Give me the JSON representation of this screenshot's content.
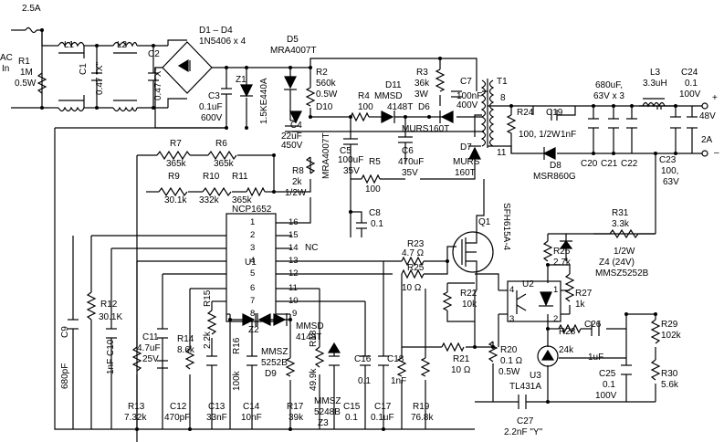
{
  "labels": [
    {
      "id": "fuse",
      "text": "2.5A"
    },
    {
      "id": "ac",
      "text": "AC"
    },
    {
      "id": "in",
      "text": "In"
    },
    {
      "id": "r1n",
      "text": "R1"
    },
    {
      "id": "r1v",
      "text": "1M"
    },
    {
      "id": "r1p",
      "text": "0.5W"
    },
    {
      "id": "l1",
      "text": "L1"
    },
    {
      "id": "c1n",
      "text": "C1"
    },
    {
      "id": "c1v",
      "text": "0.47 \"X\""
    },
    {
      "id": "l2",
      "text": "L2"
    },
    {
      "id": "c2n",
      "text": "C2"
    },
    {
      "id": "c2v",
      "text": "0.47 \"X\""
    },
    {
      "id": "d1d4",
      "text": "D1 – D4"
    },
    {
      "id": "bridge",
      "text": "1N5406 x 4"
    },
    {
      "id": "d5",
      "text": "D5"
    },
    {
      "id": "d5v",
      "text": "MRA4007T"
    },
    {
      "id": "z1",
      "text": "Z1"
    },
    {
      "id": "z1v",
      "text": "1.5KE440A"
    },
    {
      "id": "c3n",
      "text": "C3"
    },
    {
      "id": "c3v",
      "text": "0.1uF"
    },
    {
      "id": "c3p",
      "text": "600V"
    },
    {
      "id": "r2n",
      "text": "R2"
    },
    {
      "id": "r2v",
      "text": "560k"
    },
    {
      "id": "r2p",
      "text": "0.5W"
    },
    {
      "id": "r3n",
      "text": "R3"
    },
    {
      "id": "r3v",
      "text": "36k"
    },
    {
      "id": "r3p",
      "text": "3W"
    },
    {
      "id": "c7n",
      "text": "C7"
    },
    {
      "id": "c7v",
      "text": "100nF"
    },
    {
      "id": "c7p",
      "text": "400V"
    },
    {
      "id": "t1",
      "text": "T1"
    },
    {
      "id": "d11",
      "text": "D11"
    },
    {
      "id": "d11a",
      "text": "MMSD"
    },
    {
      "id": "d11b",
      "text": "4148T"
    },
    {
      "id": "r4n",
      "text": "R4"
    },
    {
      "id": "r4v",
      "text": "100"
    },
    {
      "id": "d6",
      "text": "D6"
    },
    {
      "id": "d6v",
      "text": "MURS160T"
    },
    {
      "id": "d10",
      "text": "D10"
    },
    {
      "id": "d10v",
      "text": "MRA4007T"
    },
    {
      "id": "c4n",
      "text": "C4"
    },
    {
      "id": "c4v",
      "text": "22uF"
    },
    {
      "id": "c4p",
      "text": "450V"
    },
    {
      "id": "c5n",
      "text": "C5"
    },
    {
      "id": "c5v",
      "text": "100uF"
    },
    {
      "id": "c5p",
      "text": "35V"
    },
    {
      "id": "c6n",
      "text": "C6"
    },
    {
      "id": "c6v",
      "text": "470uF"
    },
    {
      "id": "c6p",
      "text": "35V"
    },
    {
      "id": "d7",
      "text": "D7"
    },
    {
      "id": "d7a",
      "text": "MURS"
    },
    {
      "id": "d7b",
      "text": "160T"
    },
    {
      "id": "r5n",
      "text": "R5"
    },
    {
      "id": "r5v",
      "text": "100"
    },
    {
      "id": "r7n",
      "text": "R7"
    },
    {
      "id": "r7v",
      "text": "365k"
    },
    {
      "id": "r6n",
      "text": "R6"
    },
    {
      "id": "r6v",
      "text": "365k"
    },
    {
      "id": "r9n",
      "text": "R9"
    },
    {
      "id": "r9v",
      "text": "30.1k"
    },
    {
      "id": "r10n",
      "text": "R10"
    },
    {
      "id": "r10v",
      "text": "332k"
    },
    {
      "id": "r11n",
      "text": "R11"
    },
    {
      "id": "r11v",
      "text": "365k"
    },
    {
      "id": "r8n",
      "text": "R8"
    },
    {
      "id": "r8v",
      "text": "2k"
    },
    {
      "id": "r8p",
      "text": "1/2W"
    },
    {
      "id": "c8n",
      "text": "C8"
    },
    {
      "id": "c8v",
      "text": "0.1"
    },
    {
      "id": "ncp",
      "text": "NCP1652"
    },
    {
      "id": "u1",
      "text": "U1"
    },
    {
      "id": "nc",
      "text": "NC"
    },
    {
      "id": "p1",
      "text": "1"
    },
    {
      "id": "p2",
      "text": "2"
    },
    {
      "id": "p3",
      "text": "3"
    },
    {
      "id": "p4",
      "text": "4"
    },
    {
      "id": "p5",
      "text": "5"
    },
    {
      "id": "p6",
      "text": "6"
    },
    {
      "id": "p7",
      "text": "7"
    },
    {
      "id": "p8",
      "text": "8"
    },
    {
      "id": "p9",
      "text": "9"
    },
    {
      "id": "p10",
      "text": "10"
    },
    {
      "id": "p11",
      "text": "11"
    },
    {
      "id": "p12",
      "text": "12"
    },
    {
      "id": "p13",
      "text": "13"
    },
    {
      "id": "p14",
      "text": "14"
    },
    {
      "id": "p15",
      "text": "15"
    },
    {
      "id": "p16",
      "text": "16"
    },
    {
      "id": "r23n",
      "text": "R23"
    },
    {
      "id": "r23v",
      "text": "4.7 Ω"
    },
    {
      "id": "r25n",
      "text": "R25"
    },
    {
      "id": "r25v",
      "text": "10 Ω"
    },
    {
      "id": "q1",
      "text": "Q1"
    },
    {
      "id": "q1v",
      "text": "SFH615A-4"
    },
    {
      "id": "r22n",
      "text": "R22"
    },
    {
      "id": "r22v",
      "text": "10k"
    },
    {
      "id": "r21n",
      "text": "R21"
    },
    {
      "id": "r21v",
      "text": "10 Ω"
    },
    {
      "id": "r20n",
      "text": "R20"
    },
    {
      "id": "r20v",
      "text": "0.1 Ω"
    },
    {
      "id": "r20p",
      "text": "0.5W"
    },
    {
      "id": "r12n",
      "text": "R12"
    },
    {
      "id": "r12v",
      "text": "30.1K"
    },
    {
      "id": "c9n",
      "text": "C9"
    },
    {
      "id": "c9v",
      "text": "680pF"
    },
    {
      "id": "c10n",
      "text": "C10"
    },
    {
      "id": "c10v",
      "text": "1nF"
    },
    {
      "id": "c11n",
      "text": "C11"
    },
    {
      "id": "c11v",
      "text": "4.7uF"
    },
    {
      "id": "c11p",
      "text": "25V"
    },
    {
      "id": "r13n",
      "text": "R13"
    },
    {
      "id": "r13v",
      "text": "7.32k"
    },
    {
      "id": "r14n",
      "text": "R14"
    },
    {
      "id": "r14v",
      "text": "8.6k"
    },
    {
      "id": "c12n",
      "text": "C12"
    },
    {
      "id": "c12v",
      "text": "470pF"
    },
    {
      "id": "r15n",
      "text": "R15"
    },
    {
      "id": "r15v",
      "text": "2.2k"
    },
    {
      "id": "c13n",
      "text": "C13"
    },
    {
      "id": "c13v",
      "text": "33nF"
    },
    {
      "id": "r16n",
      "text": "R16"
    },
    {
      "id": "r16v",
      "text": "100k"
    },
    {
      "id": "c14n",
      "text": "C14"
    },
    {
      "id": "c14v",
      "text": "10nF"
    },
    {
      "id": "z2",
      "text": "Z2"
    },
    {
      "id": "z2a",
      "text": "MMSZ"
    },
    {
      "id": "z2b",
      "text": "5252B"
    },
    {
      "id": "d9",
      "text": "D9"
    },
    {
      "id": "mmsd2",
      "text": "MMSD"
    },
    {
      "id": "mmsd2v",
      "text": "4148T"
    },
    {
      "id": "r17n",
      "text": "R17"
    },
    {
      "id": "r17v",
      "text": "39k"
    },
    {
      "id": "r18n",
      "text": "R18"
    },
    {
      "id": "r18v",
      "text": "49.9k"
    },
    {
      "id": "z3a",
      "text": "MMSZ"
    },
    {
      "id": "z3b",
      "text": "5248B"
    },
    {
      "id": "z3",
      "text": "Z3"
    },
    {
      "id": "c15n",
      "text": "C15"
    },
    {
      "id": "c15v",
      "text": "0.1"
    },
    {
      "id": "c16n",
      "text": "C16"
    },
    {
      "id": "c16v",
      "text": "0.1"
    },
    {
      "id": "c17n",
      "text": "C17"
    },
    {
      "id": "c17v",
      "text": "0.1uF"
    },
    {
      "id": "c18n",
      "text": "C18"
    },
    {
      "id": "c18v",
      "text": "1nF"
    },
    {
      "id": "r19n",
      "text": "R19"
    },
    {
      "id": "r19v",
      "text": "76.8k"
    },
    {
      "id": "c27n",
      "text": "C27"
    },
    {
      "id": "c27v",
      "text": "2.2nF \"Y\""
    },
    {
      "id": "n8",
      "text": "8"
    },
    {
      "id": "n11",
      "text": "11"
    },
    {
      "id": "r24",
      "text": "R24"
    },
    {
      "id": "c19n",
      "text": "C19"
    },
    {
      "id": "r24v",
      "text": "100, 1/2W"
    },
    {
      "id": "c19v",
      "text": "1nF"
    },
    {
      "id": "d8",
      "text": "D8"
    },
    {
      "id": "d8v",
      "text": "MSR860G"
    },
    {
      "id": "c20",
      "text": "C20"
    },
    {
      "id": "c21",
      "text": "C21"
    },
    {
      "id": "c22",
      "text": "C22"
    },
    {
      "id": "coutv",
      "text": "680uF,"
    },
    {
      "id": "coutp",
      "text": "63V x 3"
    },
    {
      "id": "l3",
      "text": "L3"
    },
    {
      "id": "l3v",
      "text": "3.3uH"
    },
    {
      "id": "c24n",
      "text": "C24"
    },
    {
      "id": "c24v",
      "text": "0.1"
    },
    {
      "id": "c24p",
      "text": "100V"
    },
    {
      "id": "c23n",
      "text": "C23"
    },
    {
      "id": "c23v",
      "text": "100,"
    },
    {
      "id": "c23p",
      "text": "63V"
    },
    {
      "id": "plus",
      "text": "+"
    },
    {
      "id": "v48",
      "text": "48V"
    },
    {
      "id": "a2",
      "text": "2A"
    },
    {
      "id": "minus",
      "text": "–"
    },
    {
      "id": "r31n",
      "text": "R31"
    },
    {
      "id": "r31v",
      "text": "3.3k"
    },
    {
      "id": "r26n",
      "text": "R26"
    },
    {
      "id": "r26v",
      "text": "2.7k"
    },
    {
      "id": "z4p",
      "text": "1/2W"
    },
    {
      "id": "z4",
      "text": "Z4 (24V)"
    },
    {
      "id": "z4v",
      "text": "MMSZ5252B"
    },
    {
      "id": "u2",
      "text": "U2"
    },
    {
      "id": "u2p4",
      "text": "4"
    },
    {
      "id": "u2p1",
      "text": "1"
    },
    {
      "id": "u2p3",
      "text": "3"
    },
    {
      "id": "u2p2",
      "text": "2"
    },
    {
      "id": "r27n",
      "text": "R27"
    },
    {
      "id": "r27v",
      "text": "1k"
    },
    {
      "id": "r28n",
      "text": "R28"
    },
    {
      "id": "r28v",
      "text": "24k"
    },
    {
      "id": "c26n",
      "text": "C26"
    },
    {
      "id": "c26v",
      "text": "1uF"
    },
    {
      "id": "r29n",
      "text": "R29"
    },
    {
      "id": "r29v",
      "text": "102k"
    },
    {
      "id": "c25n",
      "text": "C25"
    },
    {
      "id": "c25v",
      "text": "0.1"
    },
    {
      "id": "c25p",
      "text": "100V"
    },
    {
      "id": "u3",
      "text": "U3"
    },
    {
      "id": "u3v",
      "text": "TL431A"
    },
    {
      "id": "r30n",
      "text": "R30"
    },
    {
      "id": "r30v",
      "text": "5.6k"
    }
  ]
}
